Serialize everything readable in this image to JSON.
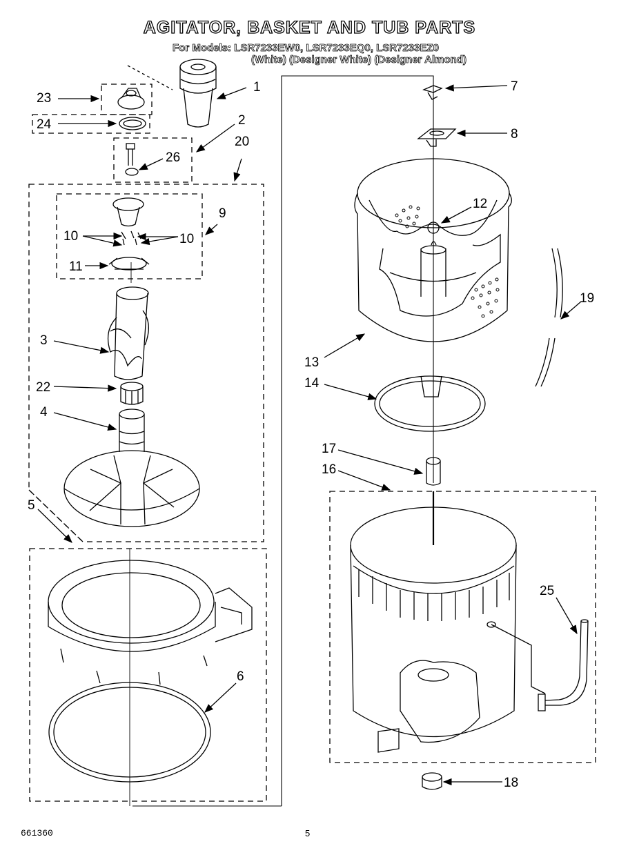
{
  "title": "AGITATOR, BASKET AND TUB PARTS",
  "models_line": "For Models: LSR7233EW0, LSR7233EQ0, LSR7233EZ0",
  "colors_line": "(White) (Designer White) (Designer Almond)",
  "footer_code": "661360",
  "page_number": "5",
  "callouts": [
    "1",
    "2",
    "3",
    "4",
    "5",
    "6",
    "7",
    "8",
    "9",
    "10",
    "10",
    "11",
    "12",
    "13",
    "14",
    "16",
    "17",
    "18",
    "19",
    "20",
    "22",
    "23",
    "24",
    "25",
    "26"
  ]
}
